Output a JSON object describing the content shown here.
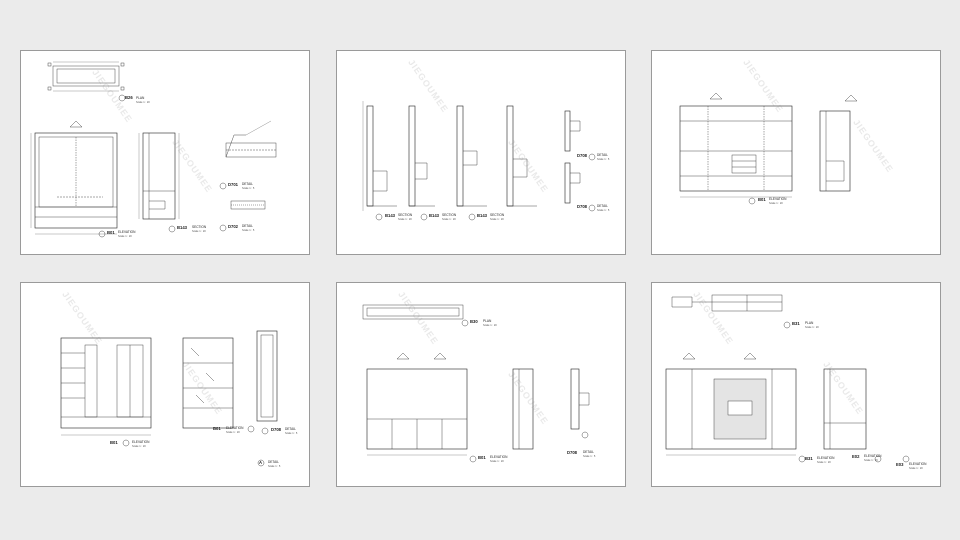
{
  "watermark": "JIEGOUMEE",
  "sheets": [
    {
      "drawings": [
        {
          "code": "B26",
          "title": "PLAN",
          "scale": "Scale 1 : 20"
        },
        {
          "code": "B01",
          "title": "ELEVATION",
          "scale": "Scale 1 : 20"
        },
        {
          "code": "B143",
          "title": "SECTION",
          "scale": "Scale 1 : 20"
        },
        {
          "code": "D701",
          "title": "DETAIL",
          "scale": "Scale 1 : 5"
        },
        {
          "code": "D702",
          "title": "DETAIL",
          "scale": "Scale 1 : 5"
        }
      ]
    },
    {
      "drawings": [
        {
          "code": "B143",
          "title": "SECTION",
          "scale": "Scale 1 : 20"
        },
        {
          "code": "B143",
          "title": "SECTION",
          "scale": "Scale 1 : 20"
        },
        {
          "code": "B143",
          "title": "SECTION",
          "scale": "Scale 1 : 20"
        },
        {
          "code": "D708",
          "title": "DETAIL",
          "scale": "Scale 1 : 5"
        },
        {
          "code": "D708",
          "title": "DETAIL",
          "scale": "Scale 1 : 5"
        }
      ]
    },
    {
      "drawings": [
        {
          "code": "B01",
          "title": "ELEVATION",
          "scale": "Scale 1 : 20"
        }
      ]
    },
    {
      "drawings": [
        {
          "code": "B01",
          "title": "ELEVATION",
          "scale": "Scale 1 : 20"
        },
        {
          "code": "B01",
          "title": "ELEVATION",
          "scale": "Scale 1 : 20"
        },
        {
          "code": "D708",
          "title": "DETAIL",
          "scale": "Scale 1 : 5"
        },
        {
          "code": "A",
          "title": "DETAIL",
          "scale": "Scale 1 : 5"
        }
      ]
    },
    {
      "drawings": [
        {
          "code": "B30",
          "title": "PLAN",
          "scale": "Scale 1 : 20"
        },
        {
          "code": "B01",
          "title": "ELEVATION",
          "scale": "Scale 1 : 20"
        },
        {
          "code": "D708",
          "title": "DETAIL",
          "scale": "Scale 1 : 5"
        }
      ]
    },
    {
      "drawings": [
        {
          "code": "B31",
          "title": "PLAN",
          "scale": "Scale 1 : 20"
        },
        {
          "code": "B31",
          "title": "ELEVATION",
          "scale": "Scale 1 : 20"
        },
        {
          "code": "E02",
          "title": "ELEVATION",
          "scale": "Scale 1 : 20"
        },
        {
          "code": "E03",
          "title": "ELEVATION",
          "scale": "Scale 1 : 20"
        }
      ]
    }
  ]
}
